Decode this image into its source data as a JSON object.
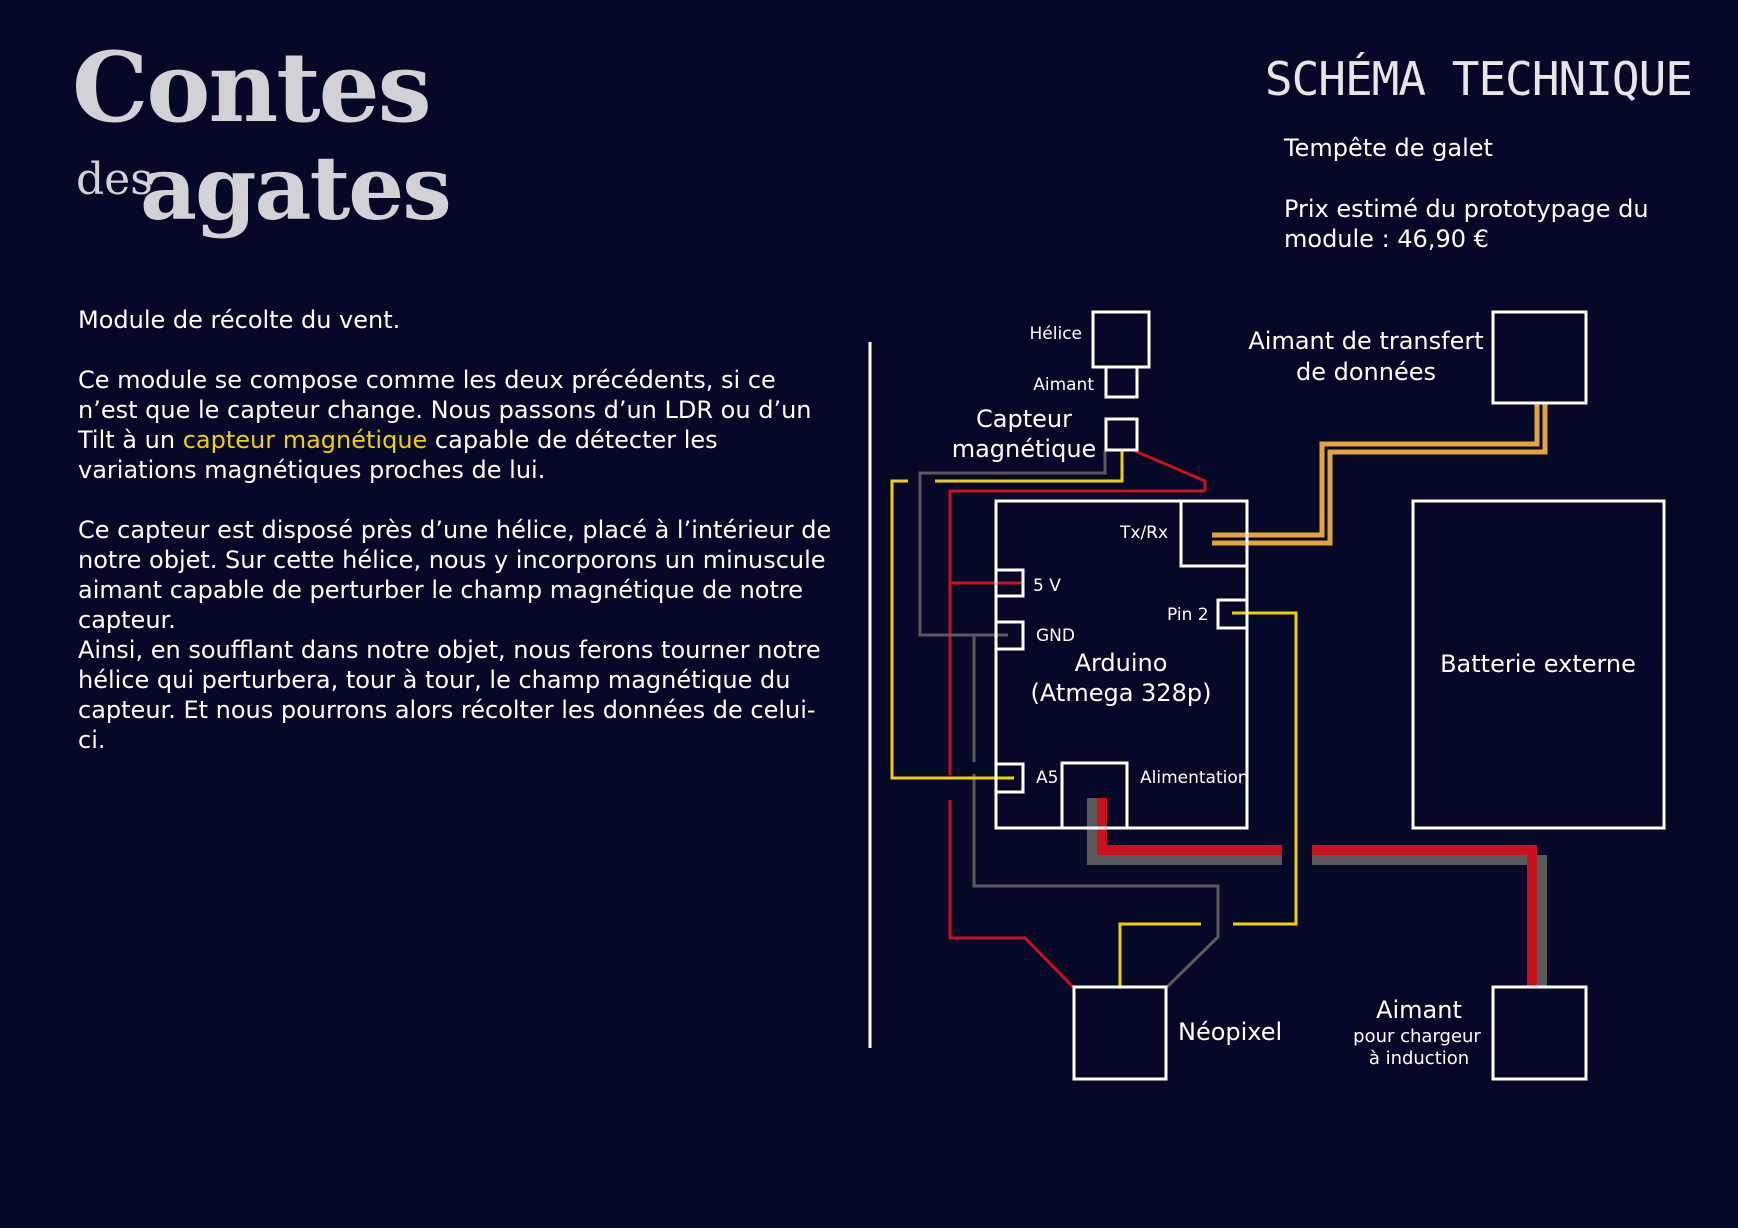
{
  "logo": {
    "line1": "Contes",
    "line2a": "des",
    "line2b": "agates"
  },
  "header": {
    "title": "SCHÉMA TECHNIQUE",
    "subtitle": "Tempête de galet",
    "price": "Prix estimé du prototypage du module : 46,90 €"
  },
  "description": {
    "intro": "Module de récolte du vent.",
    "p2_before": "Ce module se compose comme les deux précédents, si ce n’est que le capteur change. Nous passons d’un LDR ou d’un Tilt à un ",
    "p2_highlight": "capteur magnétique",
    "p2_after": " capable de détecter les variations magnétiques proches de lui.",
    "p3": "Ce capteur est disposé près d’une hélice, placé à l’intérieur de notre objet. Sur cette hélice, nous y incorporons un minuscule aimant capable de perturber le champ magnétique de notre capteur.",
    "p4": "Ainsi, en soufflant dans notre objet, nous ferons tourner notre hélice qui perturbera, tour à tour, le champ magnétique du capteur. Et nous pourrons alors récolter les données de celui-ci."
  },
  "diagram": {
    "helice": "Hélice",
    "aimant_small": "Aimant",
    "capteur_line1": "Capteur",
    "capteur_line2": "magnétique",
    "transfert_line1": "Aimant de transfert",
    "transfert_line2": "de données",
    "txrx": "Tx/Rx",
    "five_v": "5 V",
    "pin2": "Pin 2",
    "gnd": "GND",
    "arduino_line1": "Arduino",
    "arduino_line2": "(Atmega 328p)",
    "a5": "A5",
    "alimentation": "Alimentation",
    "batterie": "Batterie externe",
    "neopixel": "Néopixel",
    "aimant_line1": "Aimant",
    "aimant_line2": "pour chargeur",
    "aimant_line3": "à induction"
  },
  "colors": {
    "background": "#050826",
    "wire_red": "#c8101e",
    "wire_yellow": "#f2cf00",
    "wire_gray": "#5a5a5a",
    "wire_orange": "#e3a53a",
    "highlight": "#f2cf00"
  }
}
